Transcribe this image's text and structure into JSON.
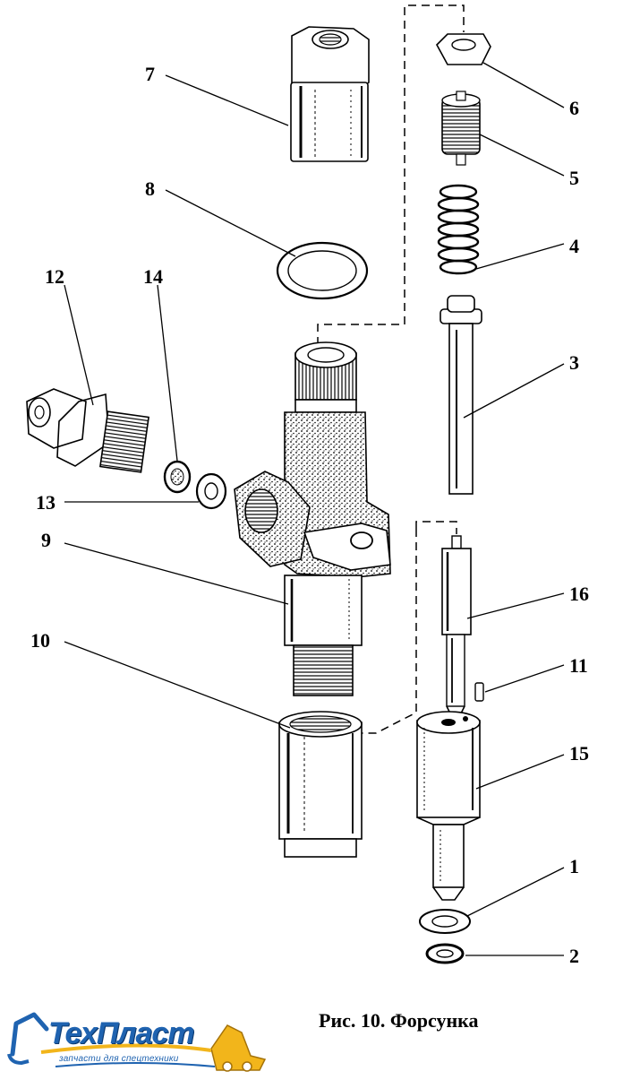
{
  "figure": {
    "caption": "Рис. 10. Форсунка",
    "callouts": [
      "1",
      "2",
      "3",
      "4",
      "5",
      "6",
      "7",
      "8",
      "9",
      "10",
      "11",
      "12",
      "13",
      "14",
      "15",
      "16"
    ]
  },
  "logo": {
    "name": "ТехПласт",
    "tagline": "запчасти для спецтехники",
    "color": "#1f63b0",
    "accent": "#f2b51b",
    "icon": "excavator-icon"
  }
}
